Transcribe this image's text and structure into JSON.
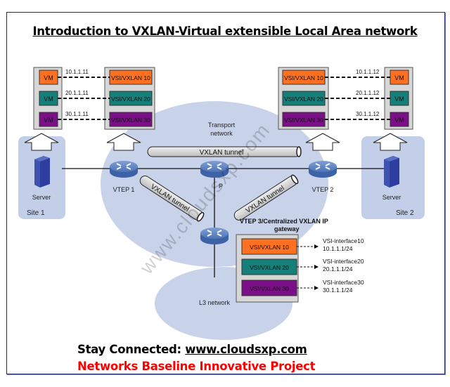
{
  "title": "Introduction to VXLAN-Virtual extensible Local Area network",
  "colors": {
    "vxlan10": "#ff7020",
    "vxlan20": "#15807a",
    "vxlan30": "#7a0f87",
    "cloud": "#c5d2ea",
    "router": "#4f77b8",
    "server": "#2e3e9e",
    "footer_red": "#ff0000"
  },
  "sites": {
    "site1": {
      "label": "Site 1",
      "server_label": "Server"
    },
    "site2": {
      "label": "Site 2",
      "server_label": "Server"
    }
  },
  "left_vms": [
    {
      "label": "VM",
      "ip": "10.1.1.11",
      "vsi": "VSI/VXLAN 10"
    },
    {
      "label": "VM",
      "ip": "20.1.1.11",
      "vsi": "VSI/VXLAN 20"
    },
    {
      "label": "VM",
      "ip": "30.1.1.11",
      "vsi": "VSI/VXLAN 30"
    }
  ],
  "right_vms": [
    {
      "label": "VM",
      "ip": "10.1.1.12",
      "vsi": "VSI/VXLAN 10"
    },
    {
      "label": "VM",
      "ip": "20.1.1.12",
      "vsi": "VSI/VXLAN 20"
    },
    {
      "label": "VM",
      "ip": "30.1.1.12",
      "vsi": "VSI/VXLAN 30"
    }
  ],
  "transport": {
    "line1": "Transport",
    "line2": "network"
  },
  "tunnels": {
    "top": "VXLAN tunnel",
    "left": "VXLAN tunnel",
    "right": "VXLAN tunnel"
  },
  "nodes": {
    "vtep1": "VTEP 1",
    "vtep2": "VTEP 2",
    "p": "P"
  },
  "gateway": {
    "title_line1": "VTEP 3/Centralized VXLAN IP",
    "title_line2": "gateway",
    "vsis": [
      {
        "label": "VSI/VXLAN 10",
        "iface": "VSI-interface10",
        "ip": "10.1.1.1/24"
      },
      {
        "label": "VSI/VXLAN 20",
        "iface": "VSI-interface20",
        "ip": "20.1.1.1/24"
      },
      {
        "label": "VSI/VXLAN 30",
        "iface": "VSI-interface30",
        "ip": "30.1.1.1/24"
      }
    ]
  },
  "l3_network": "L3 network",
  "watermark": "www.cloudsxp.com",
  "footer": {
    "stay_label": "Stay Connected: ",
    "link": "www.cloudsxp.com",
    "project": "Networks Baseline Innovative Project"
  }
}
